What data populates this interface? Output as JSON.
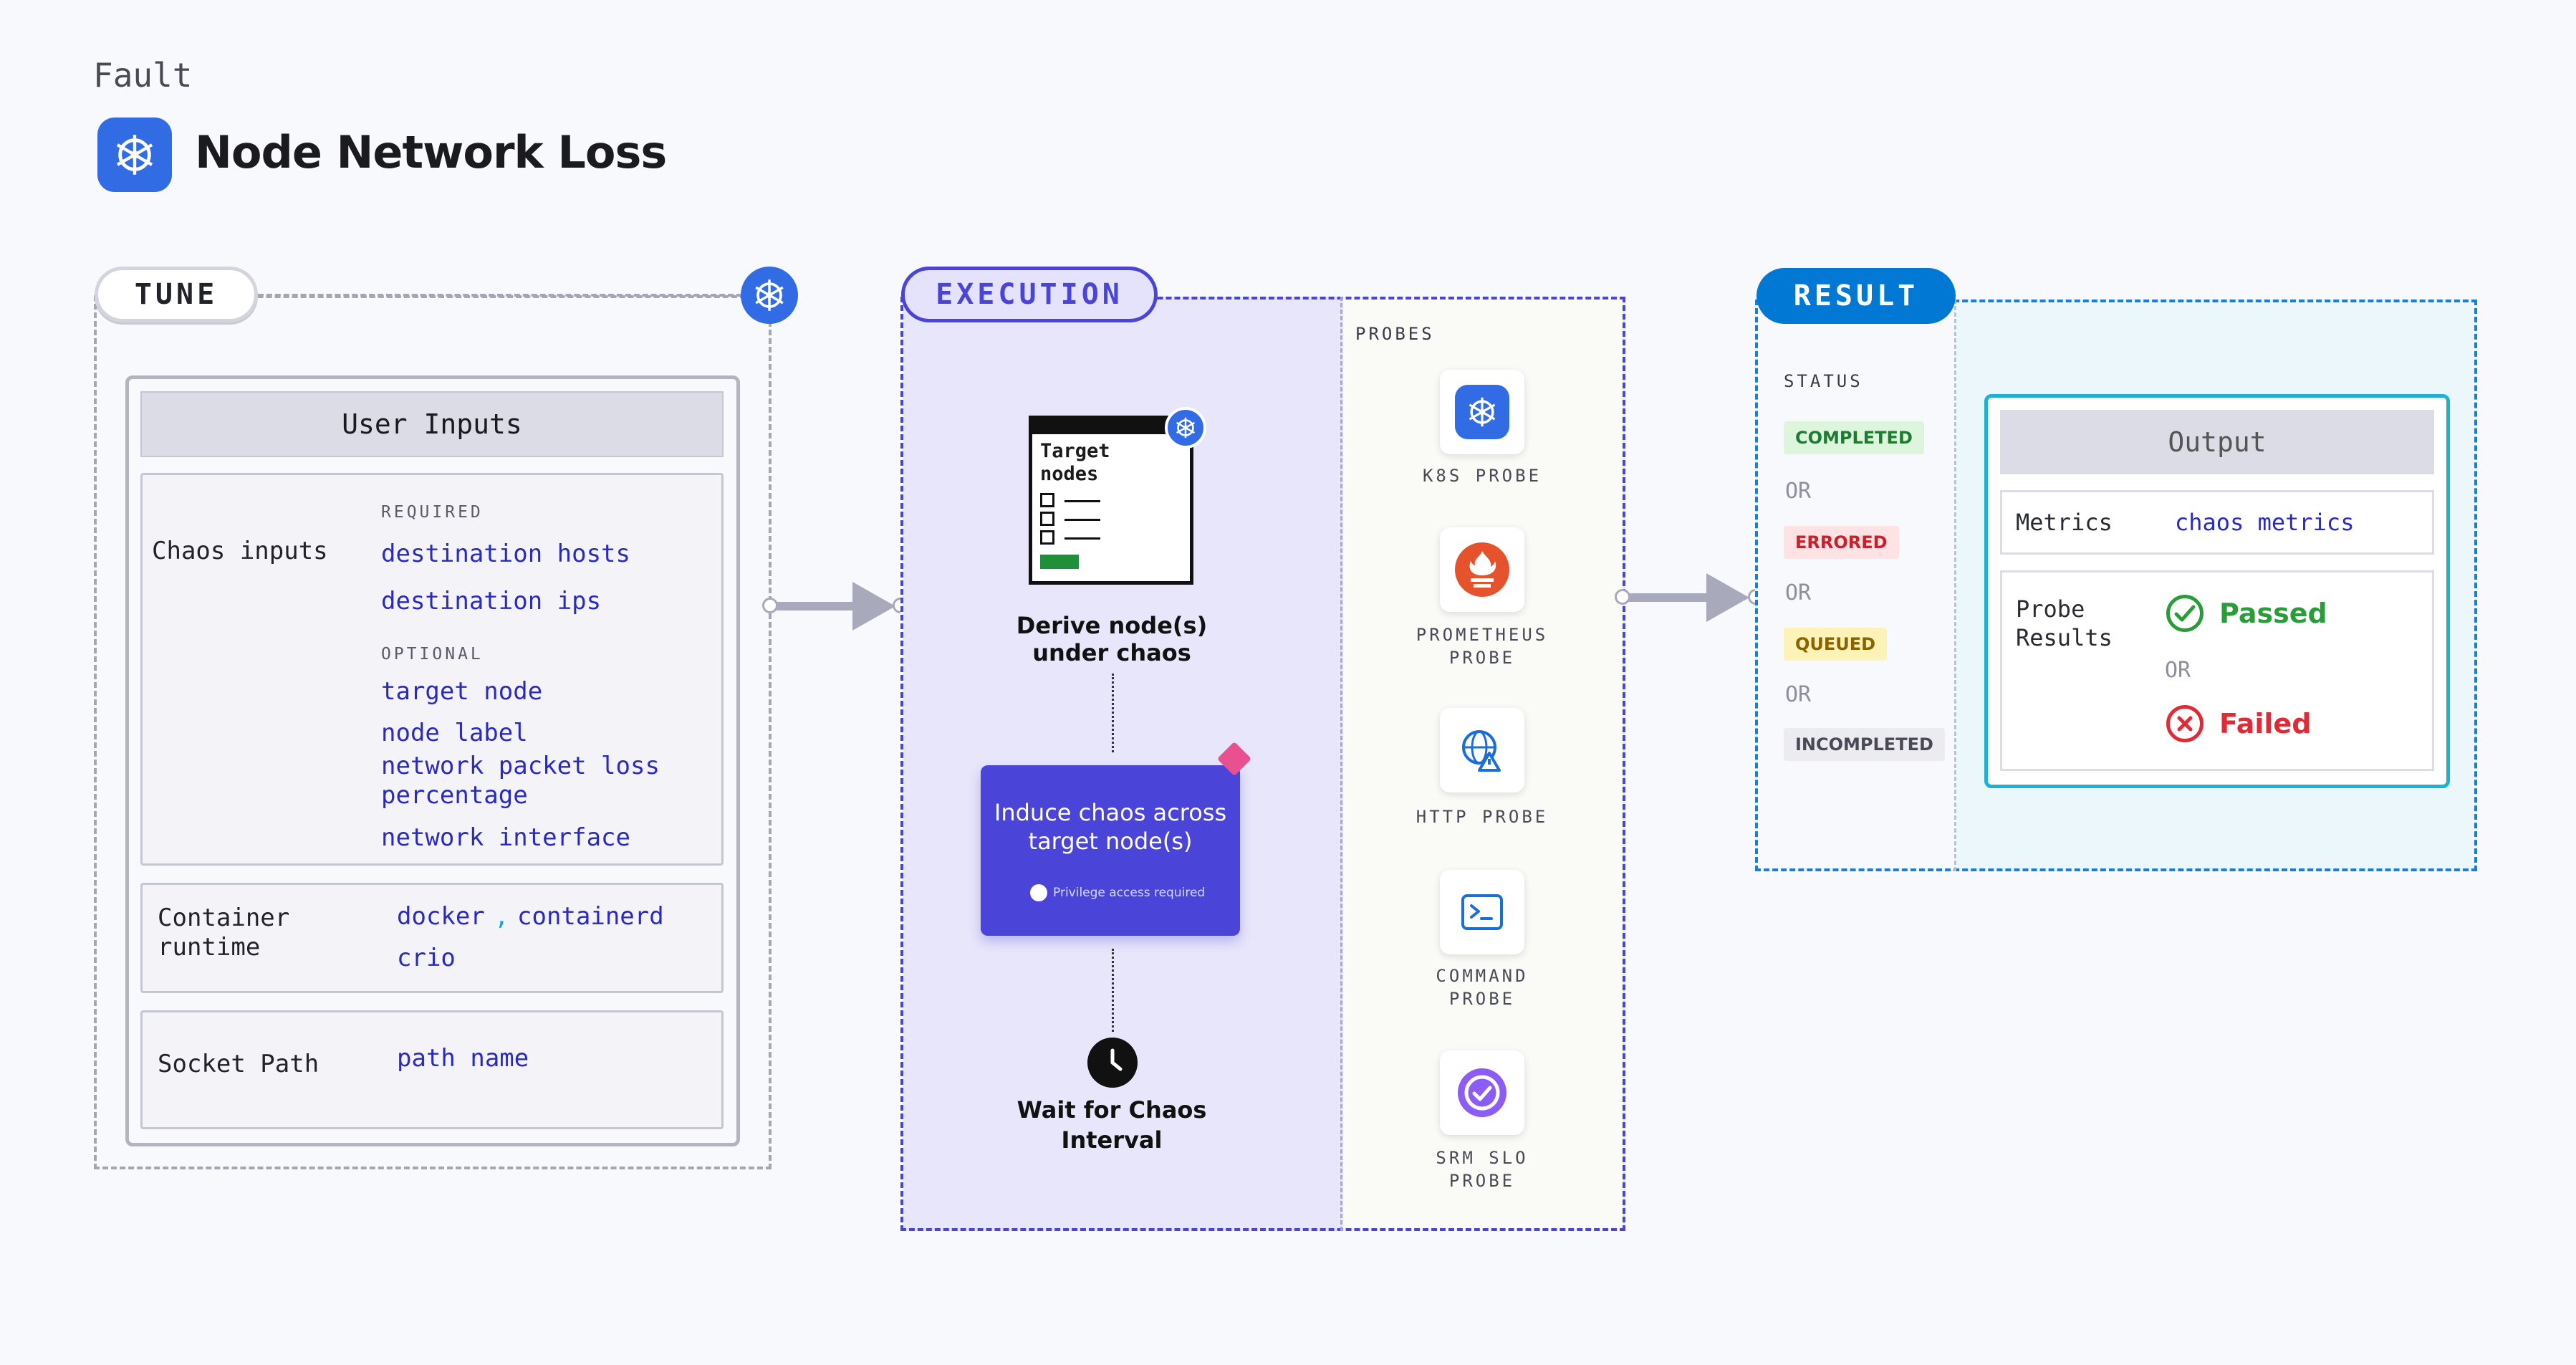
{
  "header": {
    "category": "Fault",
    "title": "Node Network Loss",
    "logo_icon": "kubernetes-icon"
  },
  "tune": {
    "label": "TUNE",
    "panel_title": "User Inputs",
    "chaos_inputs": {
      "label": "Chaos inputs",
      "required_label": "REQUIRED",
      "required": [
        "destination hosts",
        "destination ips"
      ],
      "optional_label": "OPTIONAL",
      "optional": [
        "target node",
        "node label",
        "network packet loss",
        "percentage",
        "network interface"
      ]
    },
    "container_runtime": {
      "label_line1": "Container",
      "label_line2": "runtime",
      "values": [
        "docker",
        ",",
        "containerd",
        "crio"
      ]
    },
    "socket_path": {
      "label": "Socket Path",
      "value": "path name"
    }
  },
  "execution": {
    "label": "EXECUTION",
    "target_card": {
      "line1": "Target",
      "line2": "nodes"
    },
    "steps": {
      "derive_line1": "Derive node(s)",
      "derive_line2": "under chaos",
      "induce_line1": "Induce chaos across",
      "induce_line2": "target node(s)",
      "privilege_note": "Privilege access required",
      "wait_line1": "Wait for Chaos",
      "wait_line2": "Interval"
    },
    "probes_label": "PROBES",
    "probes": [
      {
        "line1": "K8S PROBE",
        "line2": "",
        "icon": "kubernetes-icon"
      },
      {
        "line1": "PROMETHEUS",
        "line2": "PROBE",
        "icon": "prometheus-icon"
      },
      {
        "line1": "HTTP PROBE",
        "line2": "",
        "icon": "http-globe-icon"
      },
      {
        "line1": "COMMAND",
        "line2": "PROBE",
        "icon": "terminal-icon"
      },
      {
        "line1": "SRM SLO",
        "line2": "PROBE",
        "icon": "srm-slo-icon"
      }
    ]
  },
  "result": {
    "label": "RESULT",
    "status_label": "STATUS",
    "statuses": [
      "COMPLETED",
      "ERRORED",
      "QUEUED",
      "INCOMPLETED"
    ],
    "or_text": "OR",
    "output_title": "Output",
    "metrics_label": "Metrics",
    "metrics_value": "chaos metrics",
    "probe_results_line1": "Probe",
    "probe_results_line2": "Results",
    "passed": "Passed",
    "failed": "Failed"
  },
  "colors": {
    "tune": "#a6a6b3",
    "execution": "#4a45d8",
    "result": "#0278d5",
    "value_text": "#2929c4",
    "passed": "#2a9d3a",
    "failed": "#e02a36"
  }
}
